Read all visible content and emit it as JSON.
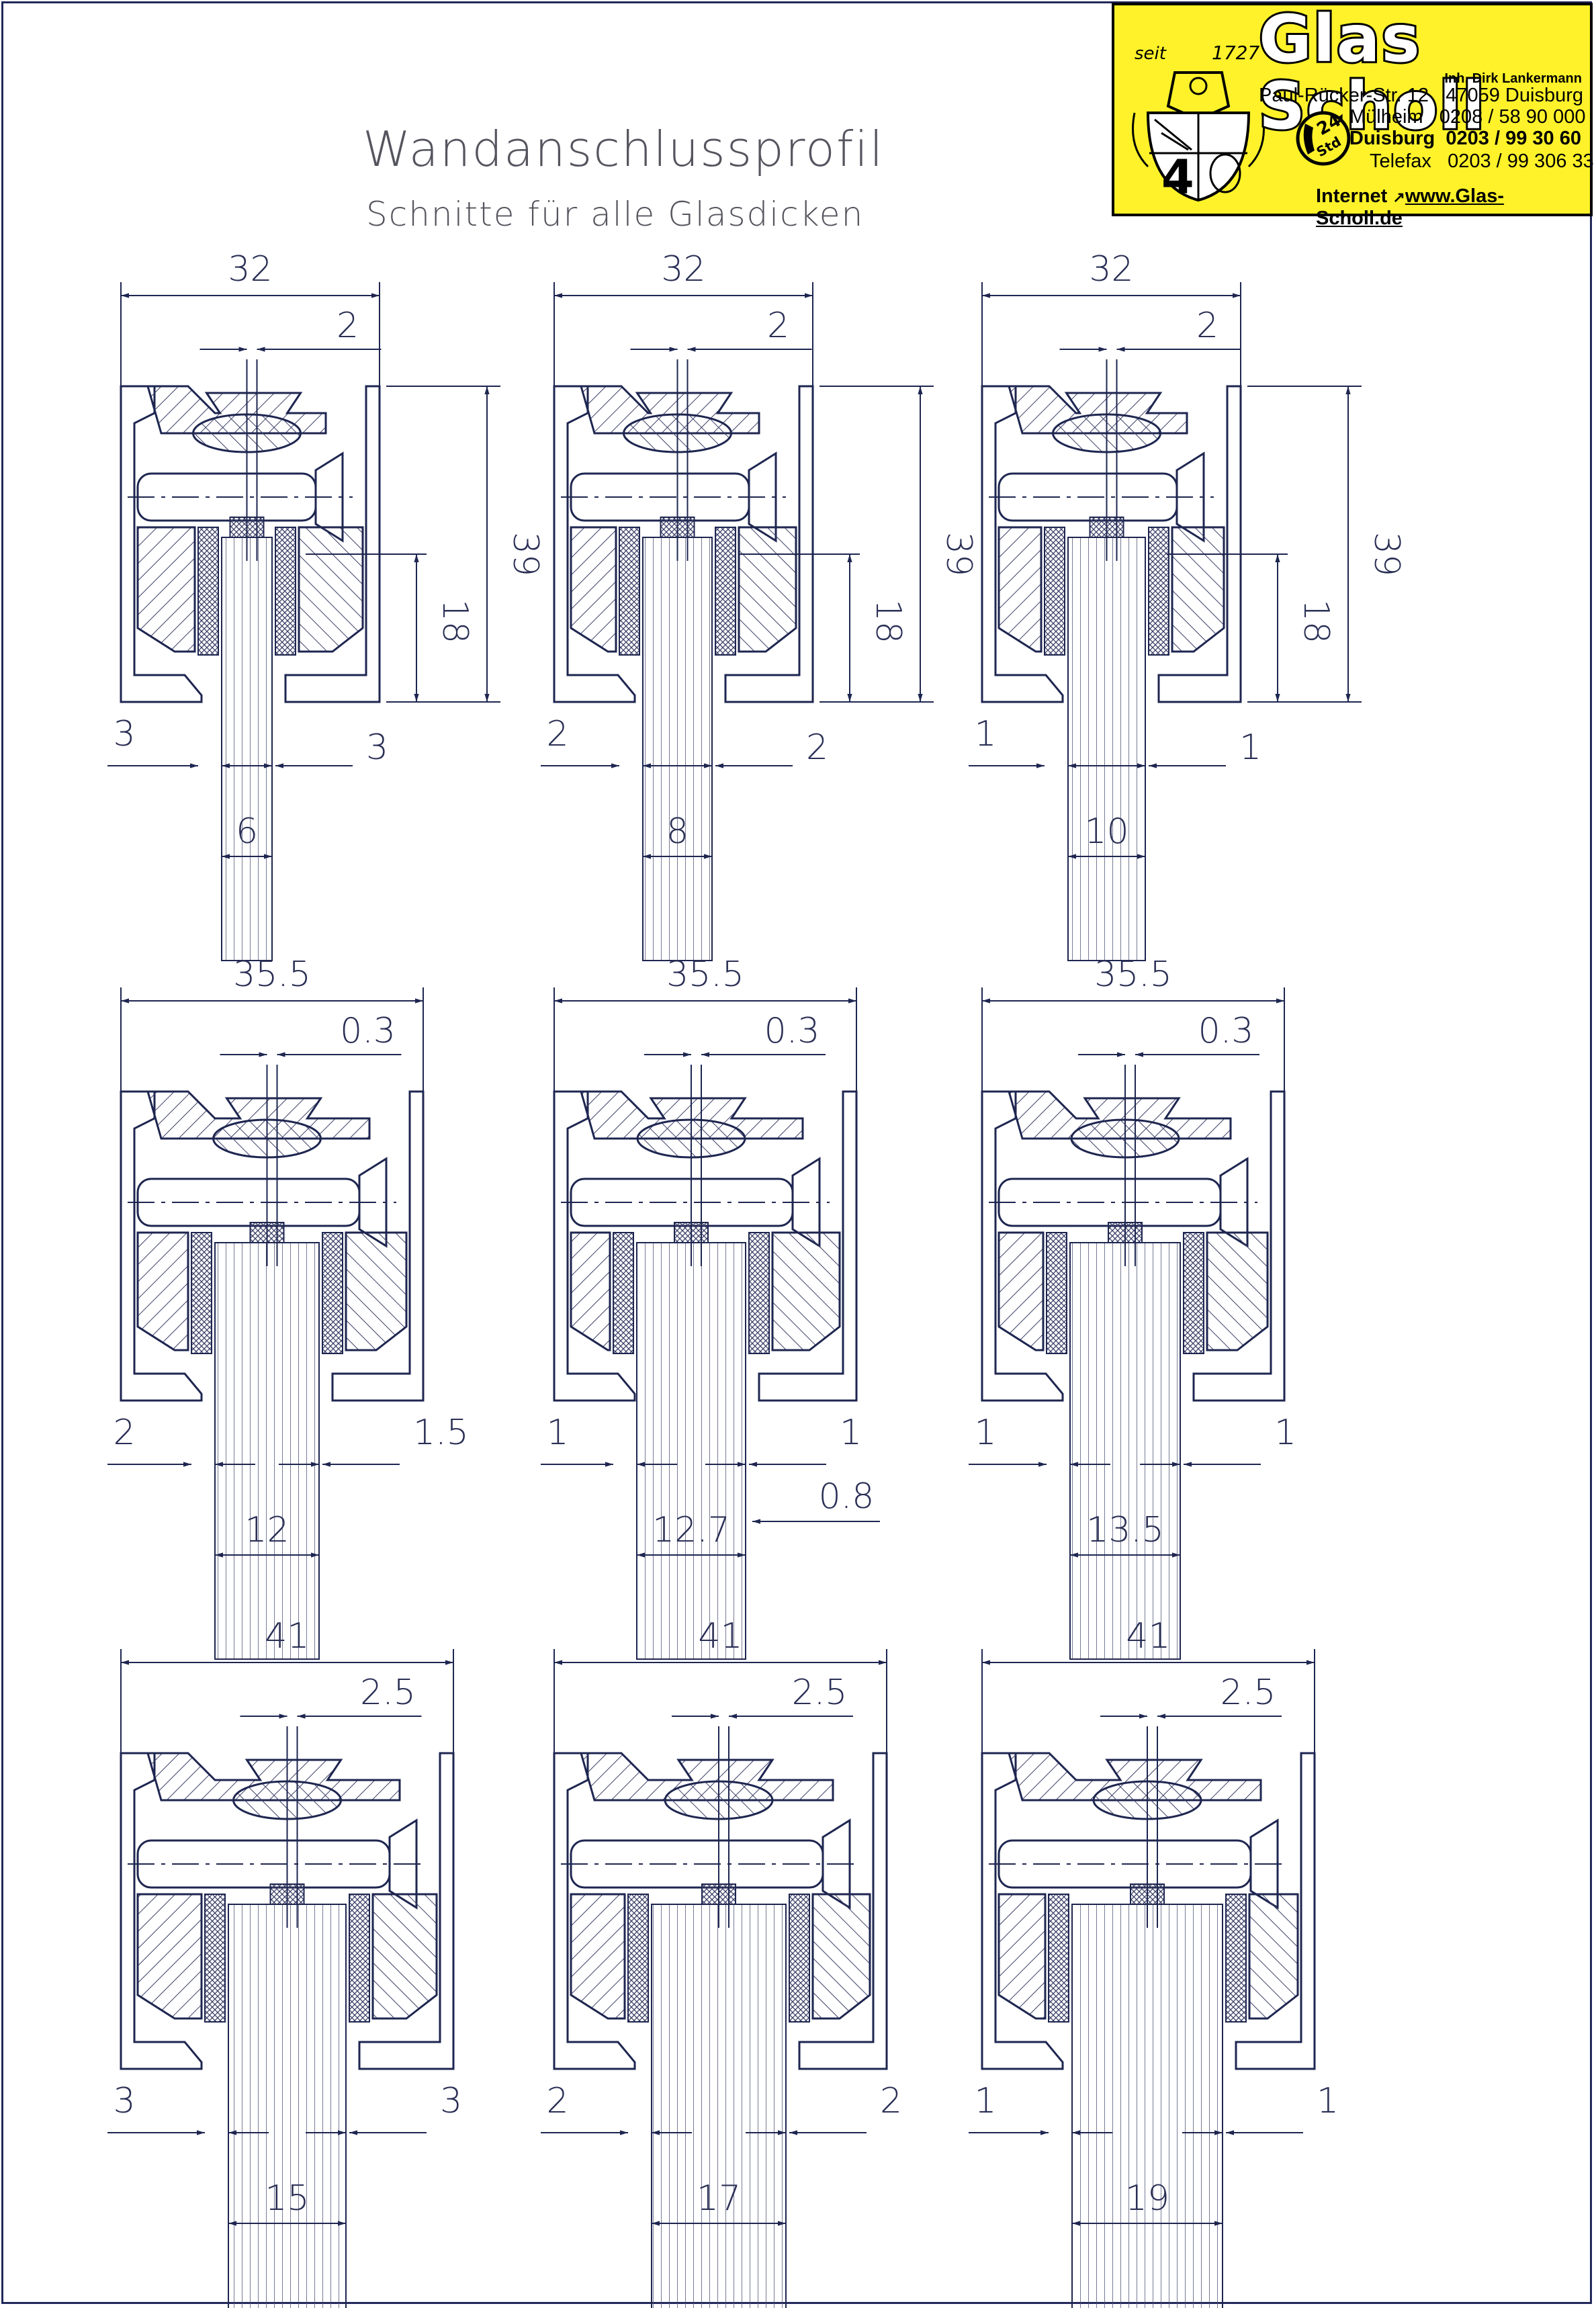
{
  "title": "Wandanschlussprofil",
  "subtitle": "Schnitte für alle Glasdicken",
  "logo": {
    "brand": "Glas Scholl",
    "since": "seit",
    "year": "1727",
    "owner": "Inh. Dirk Lankermann",
    "street": "Paul-Rücker-Str. 12",
    "city": "47059 Duisburg",
    "phone_lines": [
      {
        "label": "Mülheim",
        "number": "0208 / 58 90 000"
      },
      {
        "label": "Duisburg",
        "number": "0203 / 99 30 60"
      },
      {
        "label": "Telefax",
        "number": "0203 / 99 306 33"
      }
    ],
    "badge_top": "24",
    "badge_bottom": "Std",
    "internet_label": "Internet",
    "url": "www.Glas-Scholl.de"
  },
  "colors": {
    "line": "#1e2650",
    "hatch": "#3a3f66",
    "logo_bg": "#fff22a"
  },
  "sections": [
    {
      "total": "32",
      "offset": "2",
      "height": "39",
      "seal_height": "18",
      "left": "3",
      "right": "3",
      "glass": "6",
      "extra": ""
    },
    {
      "total": "32",
      "offset": "2",
      "height": "39",
      "seal_height": "18",
      "left": "2",
      "right": "2",
      "glass": "8",
      "extra": ""
    },
    {
      "total": "32",
      "offset": "2",
      "height": "39",
      "seal_height": "18",
      "left": "1",
      "right": "1",
      "glass": "10",
      "extra": ""
    },
    {
      "total": "35.5",
      "offset": "0.3",
      "height": "",
      "seal_height": "",
      "left": "2",
      "right": "1.5",
      "glass": "12",
      "extra": ""
    },
    {
      "total": "35.5",
      "offset": "0.3",
      "height": "",
      "seal_height": "",
      "left": "1",
      "right": "1",
      "glass": "12.7",
      "extra": "0.8"
    },
    {
      "total": "35.5",
      "offset": "0.3",
      "height": "",
      "seal_height": "",
      "left": "1",
      "right": "1",
      "glass": "13.5",
      "extra": ""
    },
    {
      "total": "41",
      "offset": "2.5",
      "height": "",
      "seal_height": "",
      "left": "3",
      "right": "3",
      "glass": "15",
      "extra": ""
    },
    {
      "total": "41",
      "offset": "2.5",
      "height": "",
      "seal_height": "",
      "left": "2",
      "right": "2",
      "glass": "17",
      "extra": ""
    },
    {
      "total": "41",
      "offset": "2.5",
      "height": "",
      "seal_height": "",
      "left": "1",
      "right": "1",
      "glass": "19",
      "extra": ""
    }
  ]
}
